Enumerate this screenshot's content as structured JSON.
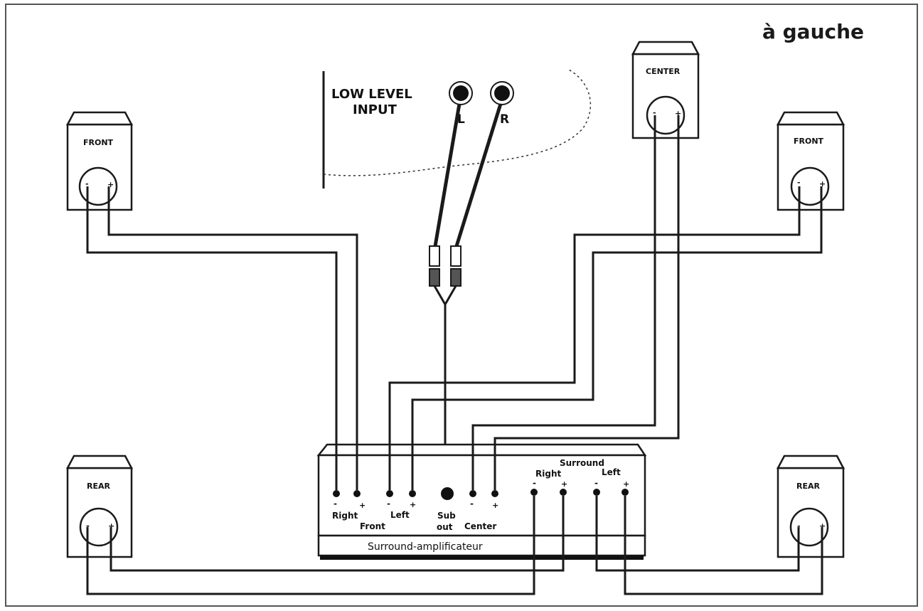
{
  "title": "à gauche",
  "low_level_input": {
    "line1": "LOW LEVEL",
    "line2": "INPUT",
    "left": "L",
    "right": "R"
  },
  "speakers": {
    "front_left": "FRONT",
    "front_right": "FRONT",
    "center": "CENTER",
    "rear_left": "REAR",
    "rear_right": "REAR",
    "minus": "-",
    "plus": "+"
  },
  "amplifier": {
    "label": "Surround-amplificateur",
    "terminals": {
      "right": "Right",
      "front": "Front",
      "left": "Left",
      "sub": "Sub",
      "out": "out",
      "center": "Center",
      "surround": "Surround",
      "surround_right": "Right",
      "surround_left": "Left",
      "minus": "-",
      "plus": "+"
    }
  }
}
